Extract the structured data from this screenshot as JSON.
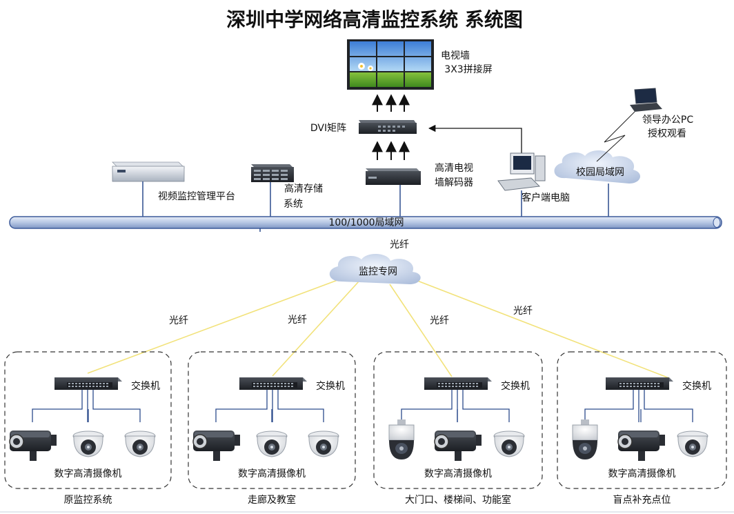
{
  "title": "深圳中学网络高清监控系统 系统图",
  "top": {
    "tv_wall": {
      "line1": "电视墙",
      "line2": "3X3拼接屏"
    },
    "dvi_matrix": "DVI矩阵",
    "decoder": {
      "line1": "高清电视",
      "line2": "墙解码器"
    },
    "platform": "视频监控管理平台",
    "storage": {
      "line1": "高清存储",
      "line2": "系统"
    },
    "client_pc": "客户端电脑",
    "campus_lan": "校园局域网",
    "leader_pc": {
      "line1": "领导办公PC",
      "line2": "授权观看"
    },
    "lan_bus": "100/1000局域网",
    "fiber_top": "光纤",
    "monitor_net": "监控专网"
  },
  "fiber_label": "光纤",
  "switch_label": "交换机",
  "camera_label": "数字高清摄像机",
  "groups": [
    {
      "name": "原监控系统",
      "cams": [
        "bullet",
        "dome",
        "dome"
      ]
    },
    {
      "name": "走廊及教室",
      "cams": [
        "bullet",
        "dome",
        "dome"
      ]
    },
    {
      "name": "大门口、楼梯间、功能室",
      "cams": [
        "ptz",
        "bullet",
        "dome"
      ]
    },
    {
      "name": "盲点补充点位",
      "cams": [
        "ptz",
        "bullet",
        "dome"
      ]
    }
  ]
}
